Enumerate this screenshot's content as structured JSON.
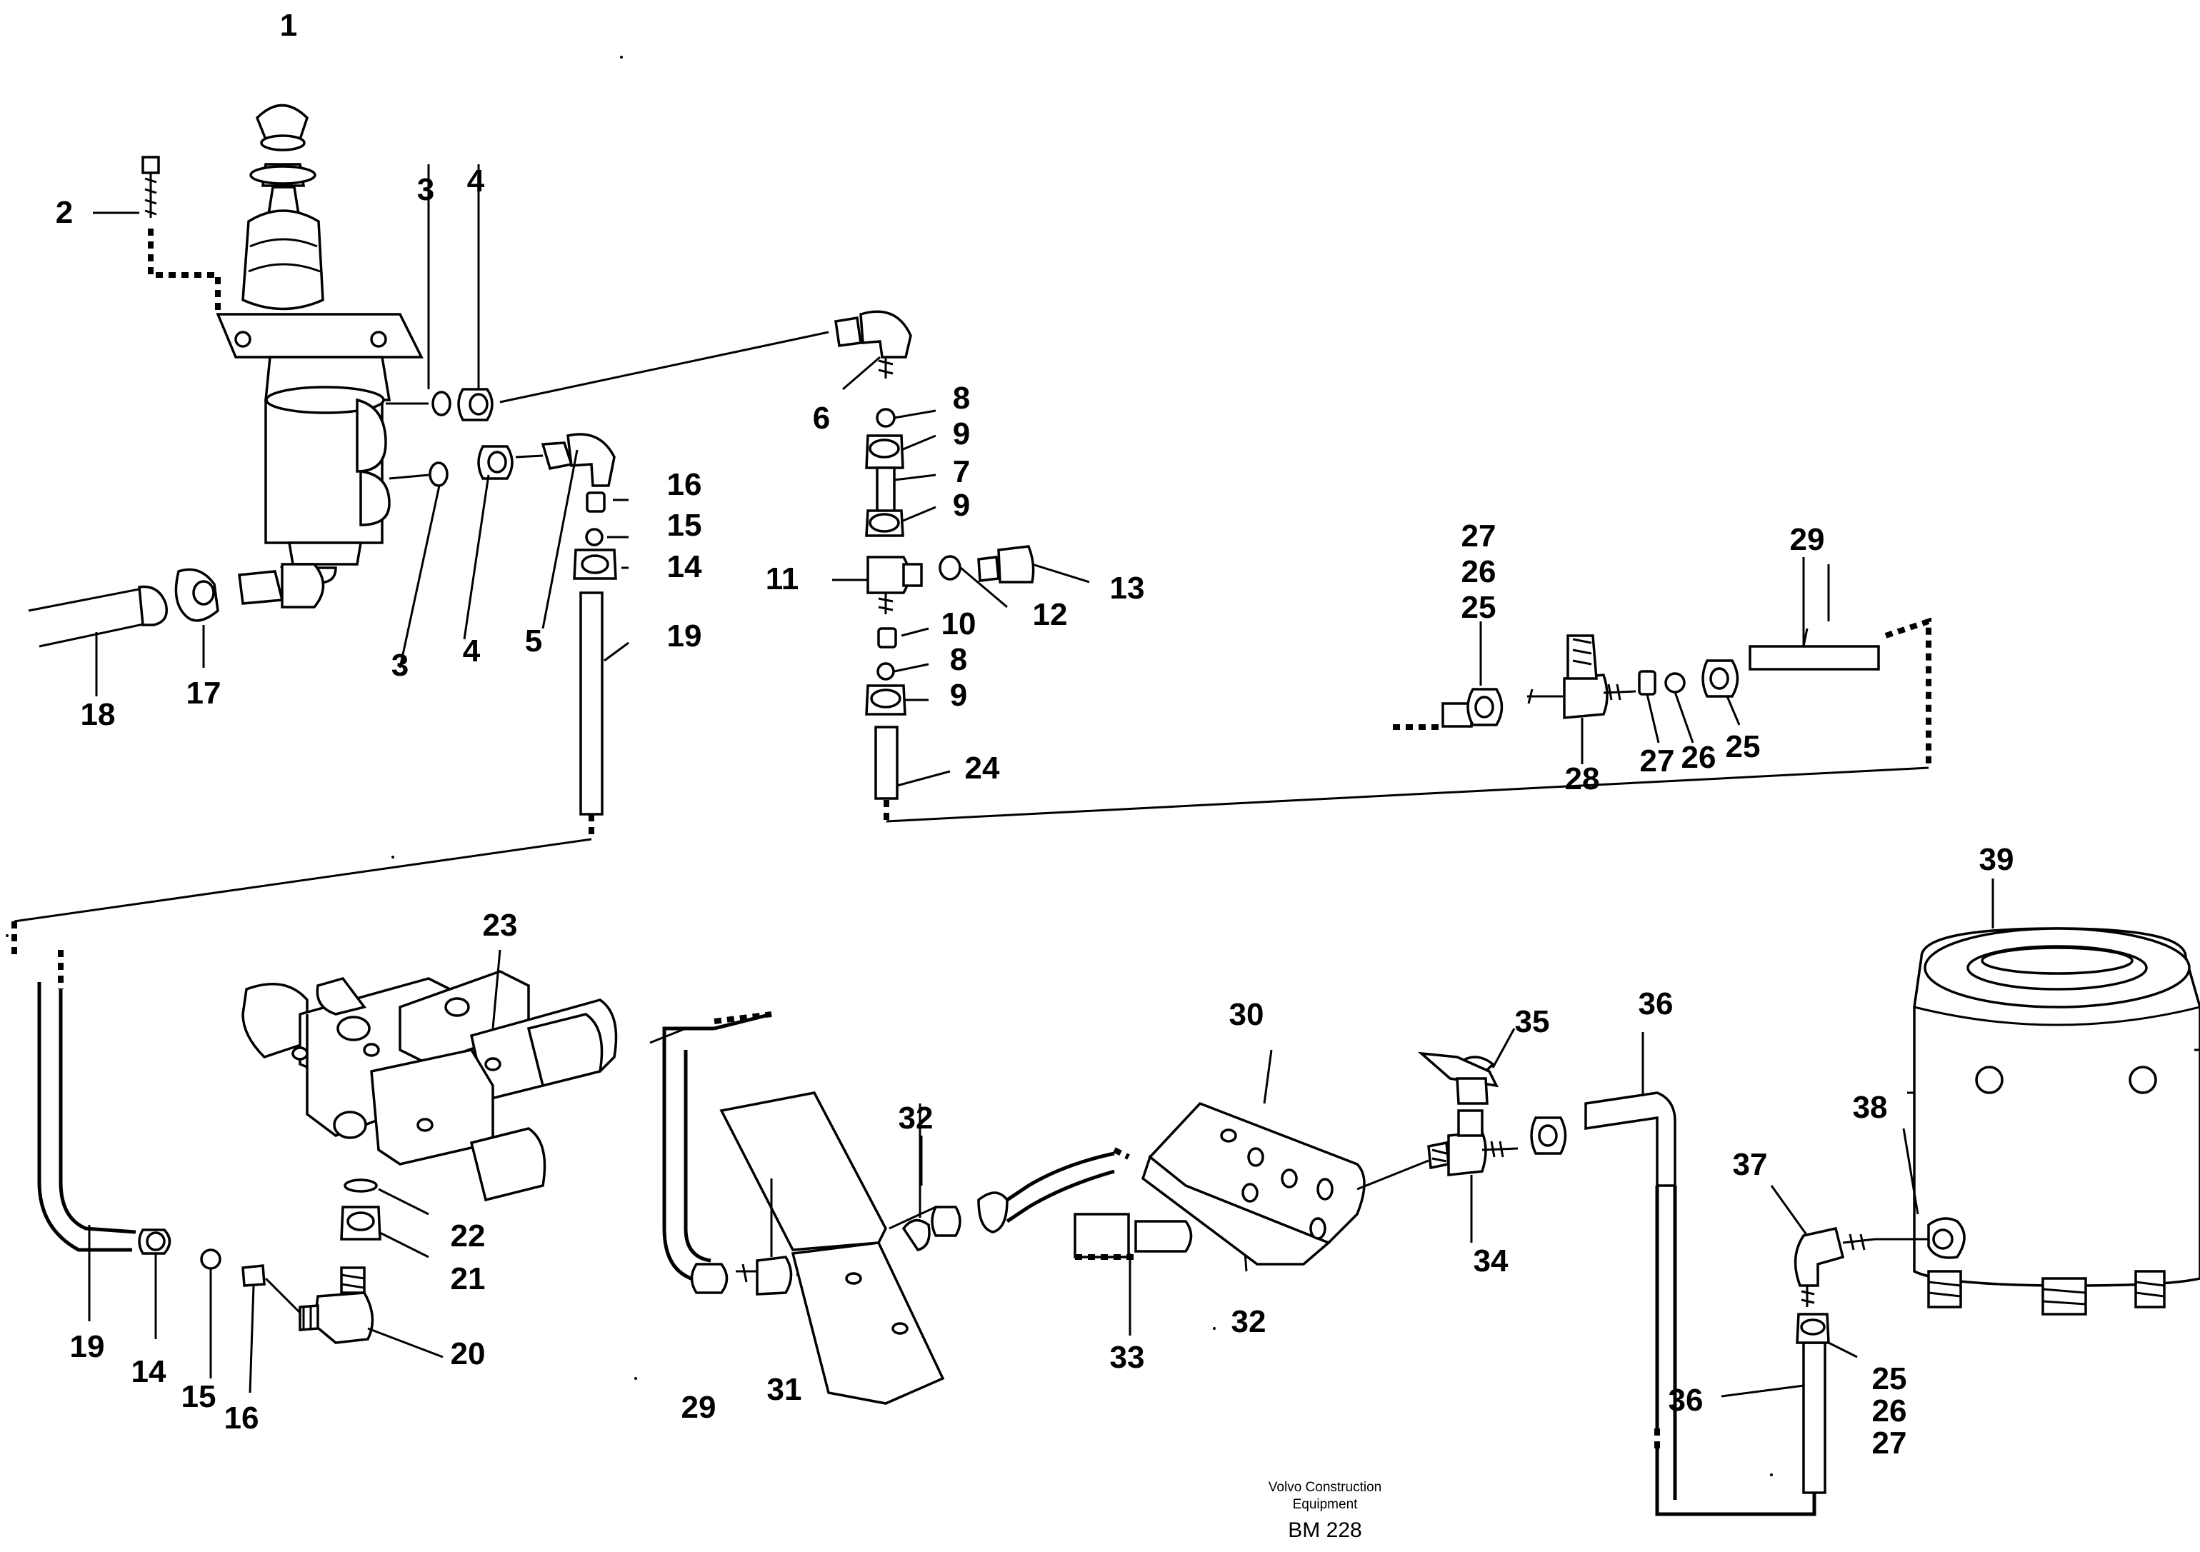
{
  "footer": {
    "brand_line1": "Volvo Construction",
    "brand_line2": "Equipment",
    "drawing_ref": "BM 228"
  },
  "callouts": {
    "n1": "1",
    "n2": "2",
    "n3a": "3",
    "n4a": "4",
    "n3b": "3",
    "n4b": "4",
    "n5": "5",
    "n6": "6",
    "n7": "7",
    "n8a": "8",
    "n9a": "9",
    "n9b": "9",
    "n10": "10",
    "n8b": "8",
    "n9c": "9",
    "n11": "11",
    "n12": "12",
    "n13": "13",
    "n14a": "14",
    "n15a": "15",
    "n16a": "16",
    "n17": "17",
    "n18": "18",
    "n19a": "19",
    "n24": "24",
    "n27a": "27",
    "n26a": "26",
    "n25a": "25",
    "n28": "28",
    "n27b": "27",
    "n26b": "26",
    "n25b": "25",
    "n29a": "29",
    "n23": "23",
    "n22": "22",
    "n21": "21",
    "n20": "20",
    "n19b": "19",
    "n14b": "14",
    "n15b": "15",
    "n16b": "16",
    "n29b": "29",
    "n31": "31",
    "n32a": "32",
    "n32b": "32",
    "n33": "33",
    "n30": "30",
    "n35": "35",
    "n34": "34",
    "n36a": "36",
    "n36b": "36",
    "n37": "37",
    "n38": "38",
    "n39": "39",
    "n25c": "25",
    "n26c": "26",
    "n27c": "27"
  }
}
